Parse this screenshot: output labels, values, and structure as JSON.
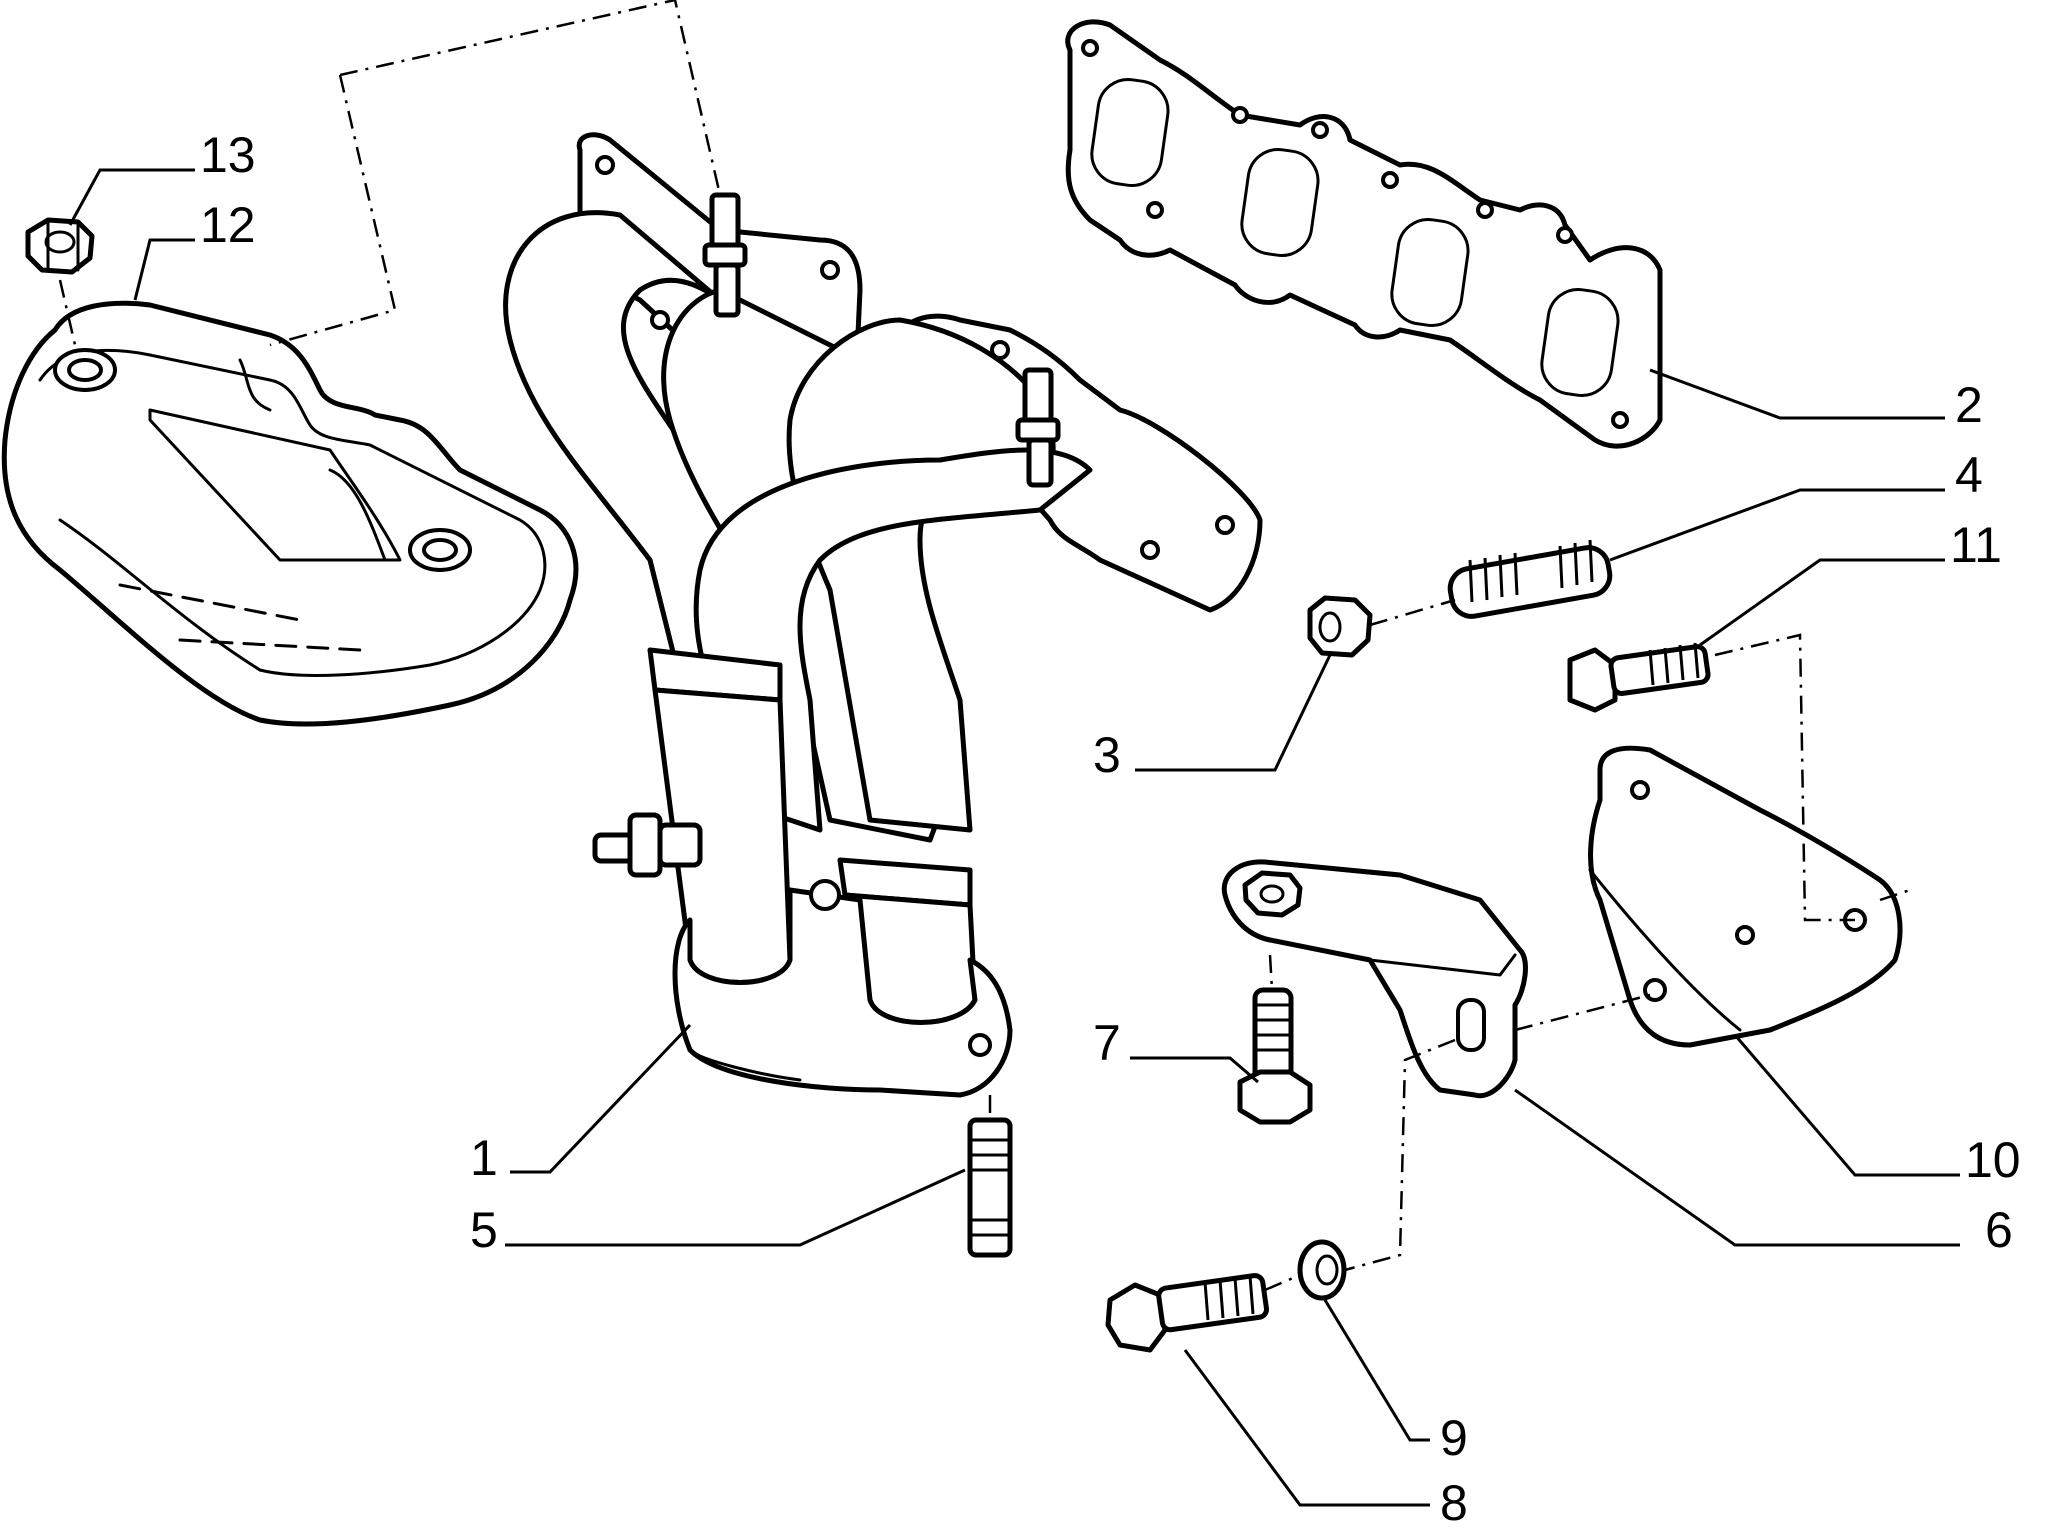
{
  "diagram": {
    "callouts": [
      {
        "id": "13",
        "label": "13"
      },
      {
        "id": "12",
        "label": "12"
      },
      {
        "id": "2",
        "label": "2"
      },
      {
        "id": "4",
        "label": "4"
      },
      {
        "id": "11",
        "label": "11"
      },
      {
        "id": "3",
        "label": "3"
      },
      {
        "id": "7",
        "label": "7"
      },
      {
        "id": "1",
        "label": "1"
      },
      {
        "id": "5",
        "label": "5"
      },
      {
        "id": "10",
        "label": "10"
      },
      {
        "id": "6",
        "label": "6"
      },
      {
        "id": "9",
        "label": "9"
      },
      {
        "id": "8",
        "label": "8"
      }
    ]
  }
}
